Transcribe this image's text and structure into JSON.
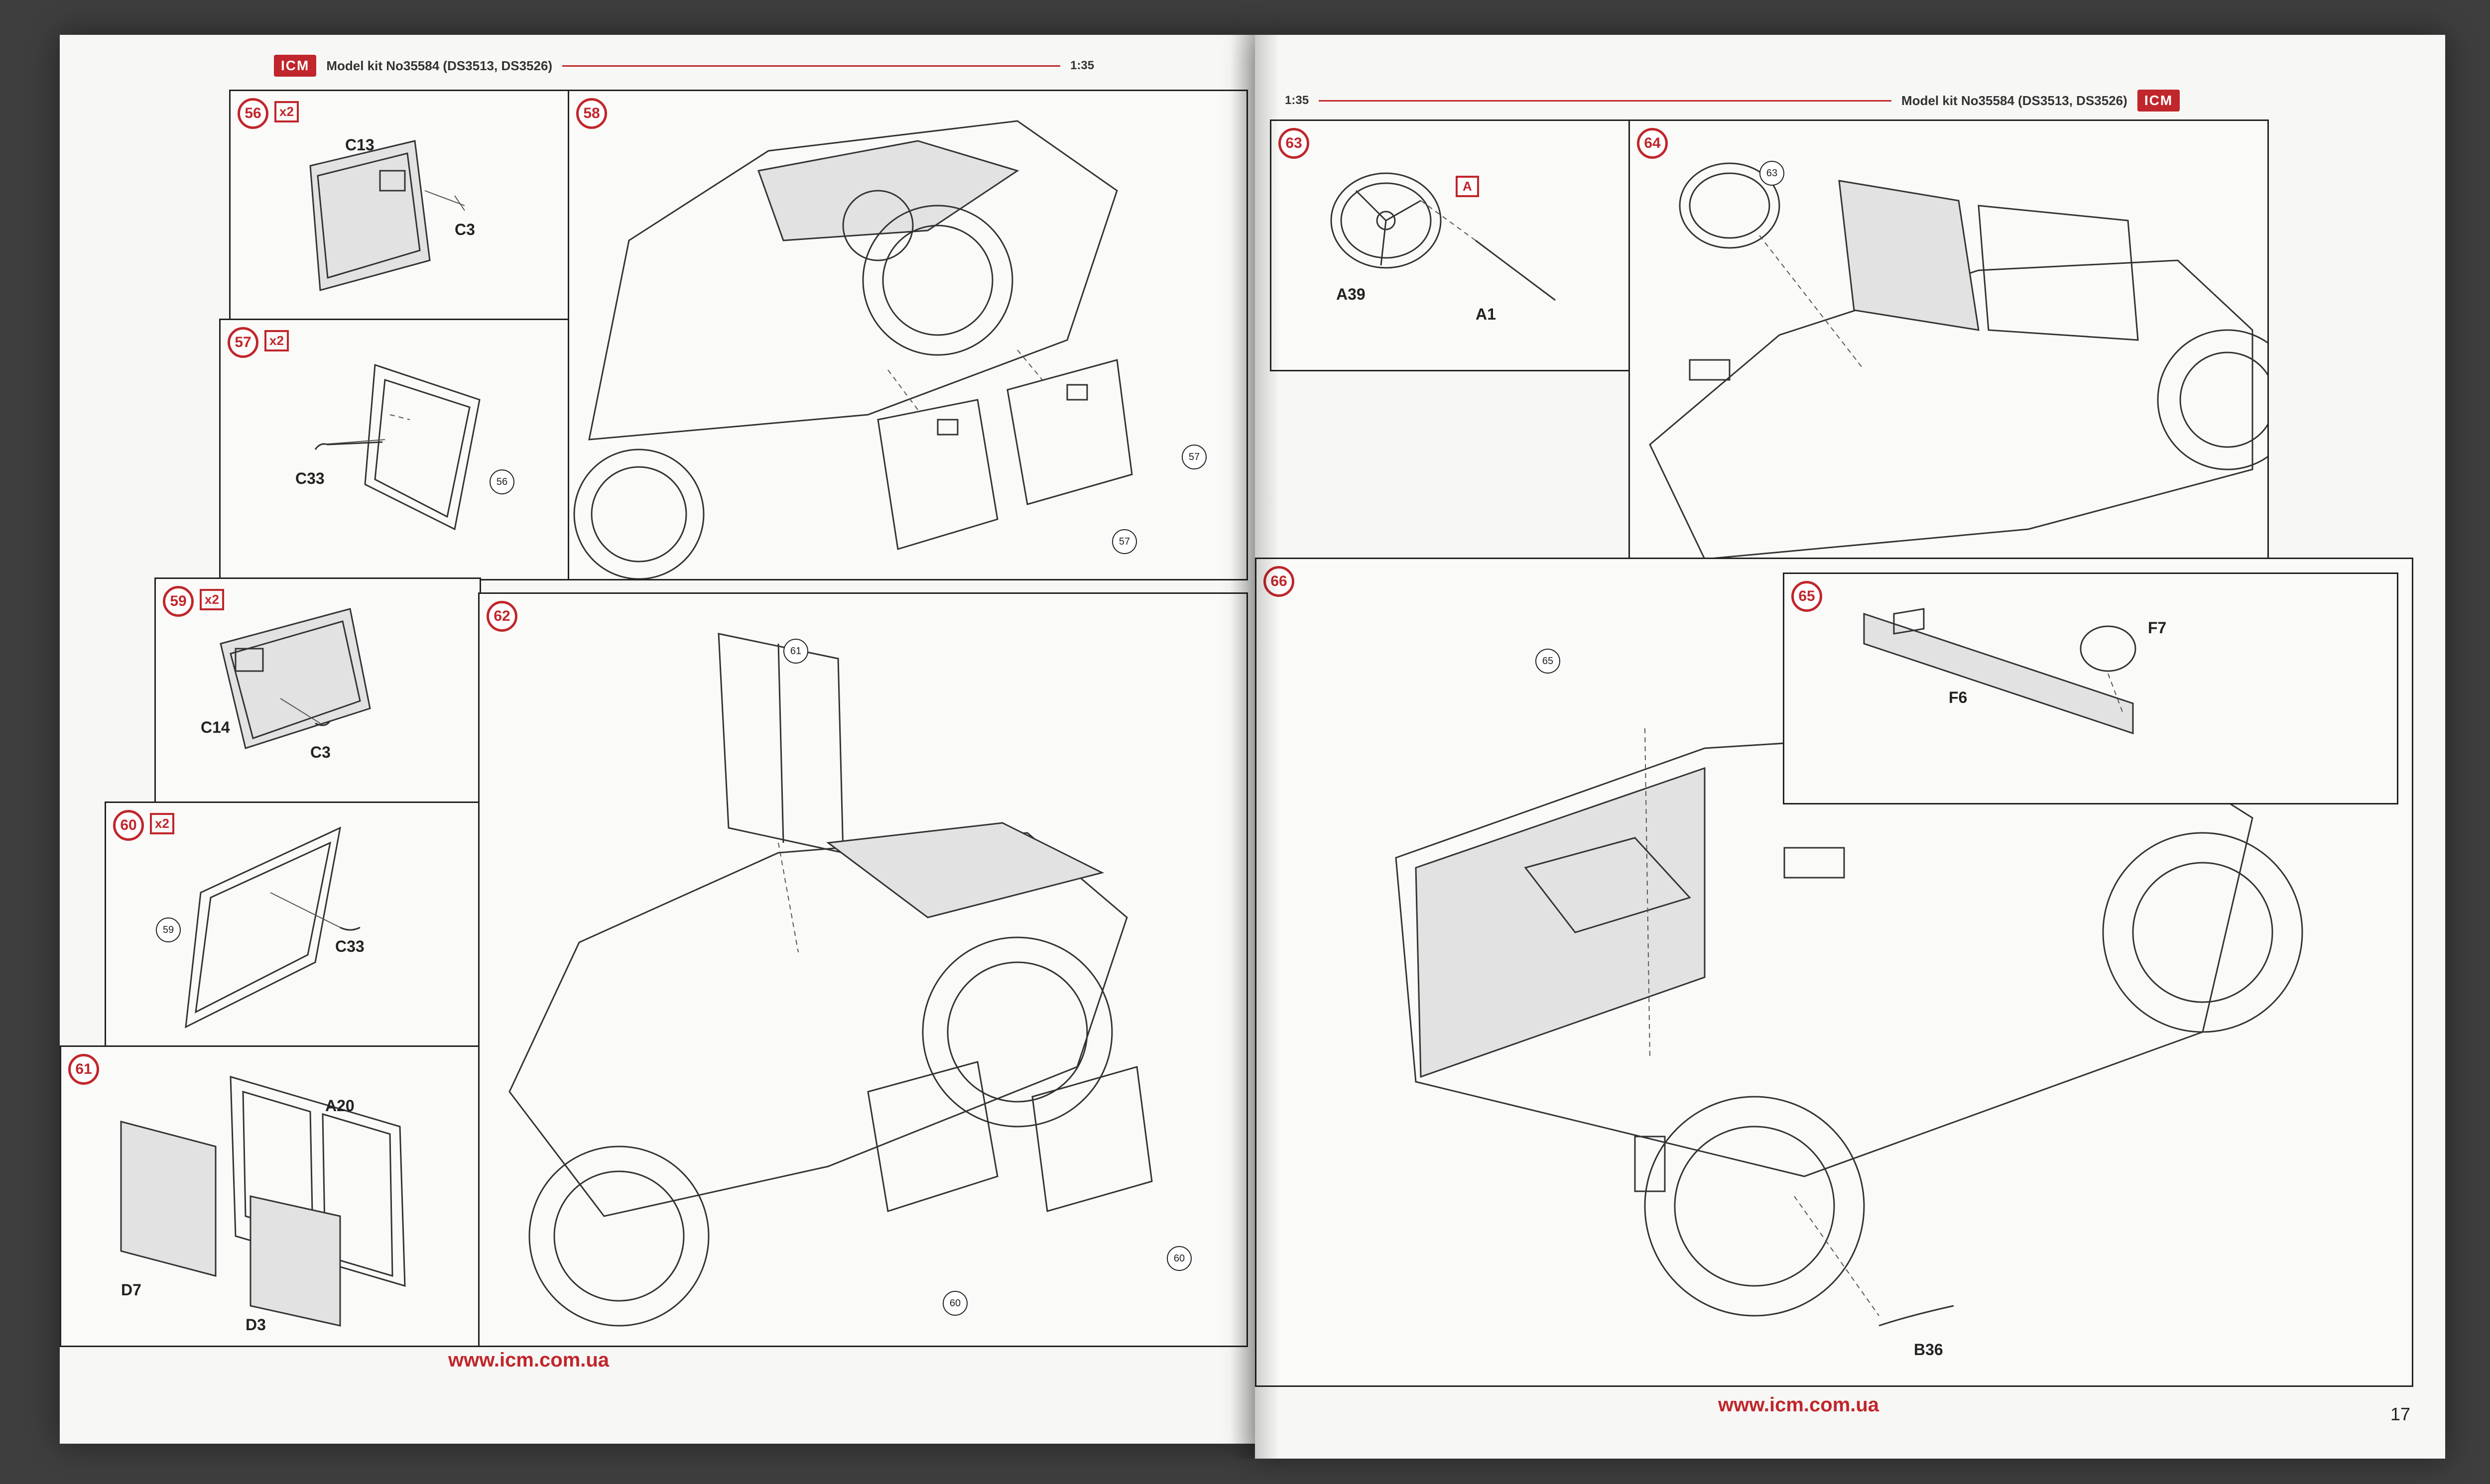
{
  "left_page": {
    "header": {
      "logo": "ICM",
      "title": "Model kit No35584 (DS3513, DS3526)",
      "scale": "1:35"
    },
    "footer_url": "www.icm.com.ua",
    "steps": {
      "s56": {
        "num": "56",
        "mult": "x2",
        "parts": [
          "C13",
          "C3"
        ]
      },
      "s57": {
        "num": "57",
        "mult": "x2",
        "parts": [
          "C33"
        ],
        "refs": [
          "56"
        ]
      },
      "s58": {
        "num": "58",
        "refs": [
          "57",
          "57"
        ]
      },
      "s59": {
        "num": "59",
        "mult": "x2",
        "parts": [
          "C14",
          "C3"
        ]
      },
      "s60": {
        "num": "60",
        "mult": "x2",
        "parts": [
          "C33"
        ],
        "refs": [
          "59"
        ]
      },
      "s61": {
        "num": "61",
        "parts": [
          "A20",
          "D7",
          "D3"
        ]
      },
      "s62": {
        "num": "62",
        "refs": [
          "61",
          "60",
          "60"
        ]
      }
    }
  },
  "right_page": {
    "header": {
      "logo": "ICM",
      "title": "Model kit No35584 (DS3513, DS3526)",
      "scale": "1:35"
    },
    "footer_url": "www.icm.com.ua",
    "page_number": "17",
    "steps": {
      "s63": {
        "num": "63",
        "paint": "A",
        "parts": [
          "A39",
          "A1"
        ]
      },
      "s64": {
        "num": "64",
        "refs": [
          "63"
        ]
      },
      "s65": {
        "num": "65",
        "parts": [
          "F7",
          "F6"
        ]
      },
      "s66": {
        "num": "66",
        "parts": [
          "B36"
        ],
        "refs": [
          "65"
        ]
      }
    }
  },
  "colors": {
    "accent": "#c0262b",
    "paper": "#f7f7f5",
    "background": "#3e3e3e"
  }
}
